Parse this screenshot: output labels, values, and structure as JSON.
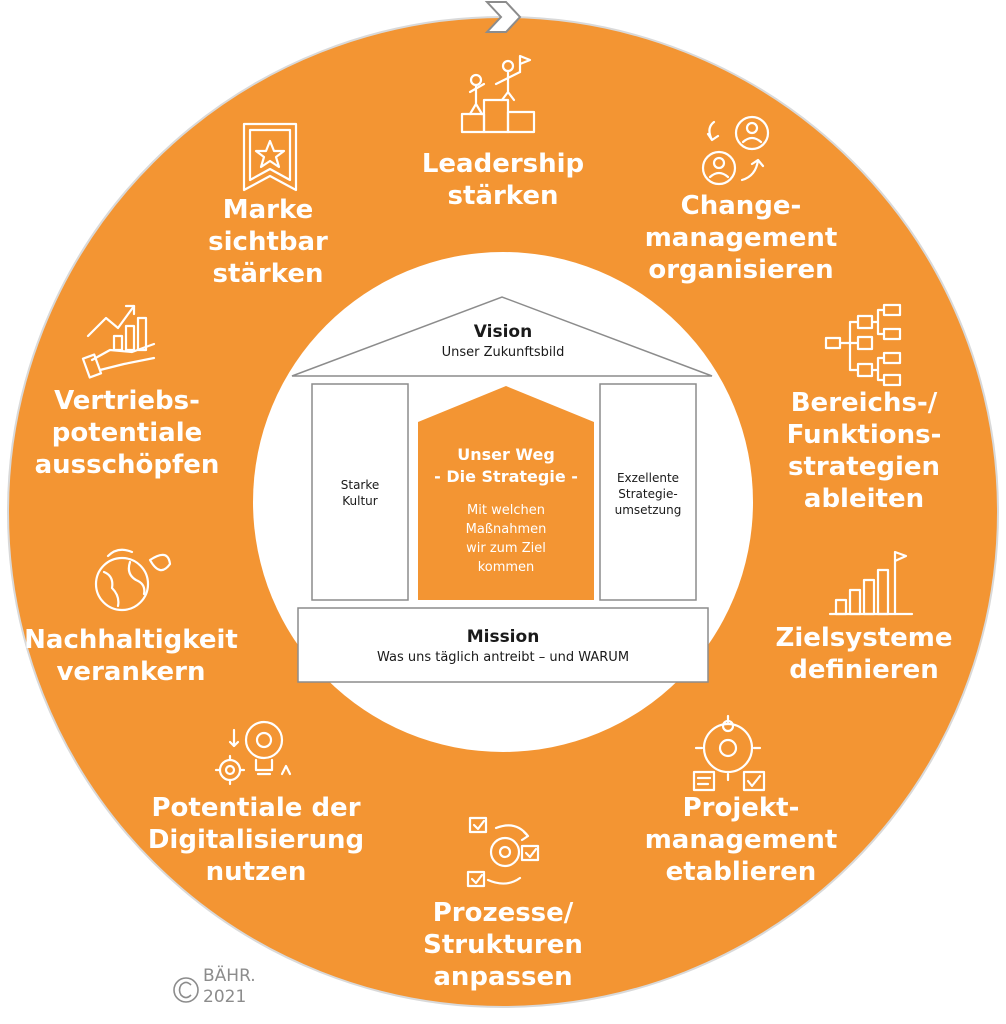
{
  "colors": {
    "ring": "#f39533",
    "ring_light": "#f7b87a",
    "inner": "#ffffff",
    "house_line": "#8c8c8c",
    "house_text": "#1a1a1a",
    "center": "#f39533",
    "copyright": "#8c8c8c"
  },
  "segments": [
    {
      "lines": [
        "Leadership",
        "stärken"
      ],
      "icon": "leadership-steps-icon"
    },
    {
      "lines": [
        "Change-",
        "management",
        "organisieren"
      ],
      "icon": "change-people-icon"
    },
    {
      "lines": [
        "Bereichs-/",
        "Funktions-",
        "strategien",
        "ableiten"
      ],
      "icon": "org-tree-icon"
    },
    {
      "lines": [
        "Zielsysteme",
        "definieren"
      ],
      "icon": "growth-bars-flag-icon"
    },
    {
      "lines": [
        "Projekt-",
        "management",
        "etablieren"
      ],
      "icon": "project-gear-icon"
    },
    {
      "lines": [
        "Prozesse/",
        "Strukturen",
        "anpassen"
      ],
      "icon": "process-cycle-icon"
    },
    {
      "lines": [
        "Potentiale der",
        "Digitalisierung",
        "nutzen"
      ],
      "icon": "digital-gear-bulb-icon"
    },
    {
      "lines": [
        "Nachhaltigkeit",
        "verankern"
      ],
      "icon": "globe-leaf-icon"
    },
    {
      "lines": [
        "Vertriebs-",
        "potentiale",
        "ausschöpfen"
      ],
      "icon": "hand-chart-icon"
    },
    {
      "lines": [
        "Marke",
        "sichtbar",
        "stärken"
      ],
      "icon": "brand-star-bookmark-icon"
    }
  ],
  "house": {
    "roof_title": "Vision",
    "roof_subtitle": "Unser Zukunftsbild",
    "left_pillar": [
      "Starke",
      "Kultur"
    ],
    "right_pillar": [
      "Exzellente",
      "Strategie-",
      "umsetzung"
    ],
    "center_title": [
      "Unser Weg",
      "- Die Strategie -"
    ],
    "center_text": [
      "Mit welchen",
      "Maßnahmen",
      "wir zum Ziel",
      "kommen"
    ],
    "base_title": "Mission",
    "base_subtitle": "Was uns täglich antreibt – und WARUM"
  },
  "copyright": {
    "lines": [
      "BÄHR.",
      "2021"
    ],
    "icon": "copyright-icon"
  }
}
